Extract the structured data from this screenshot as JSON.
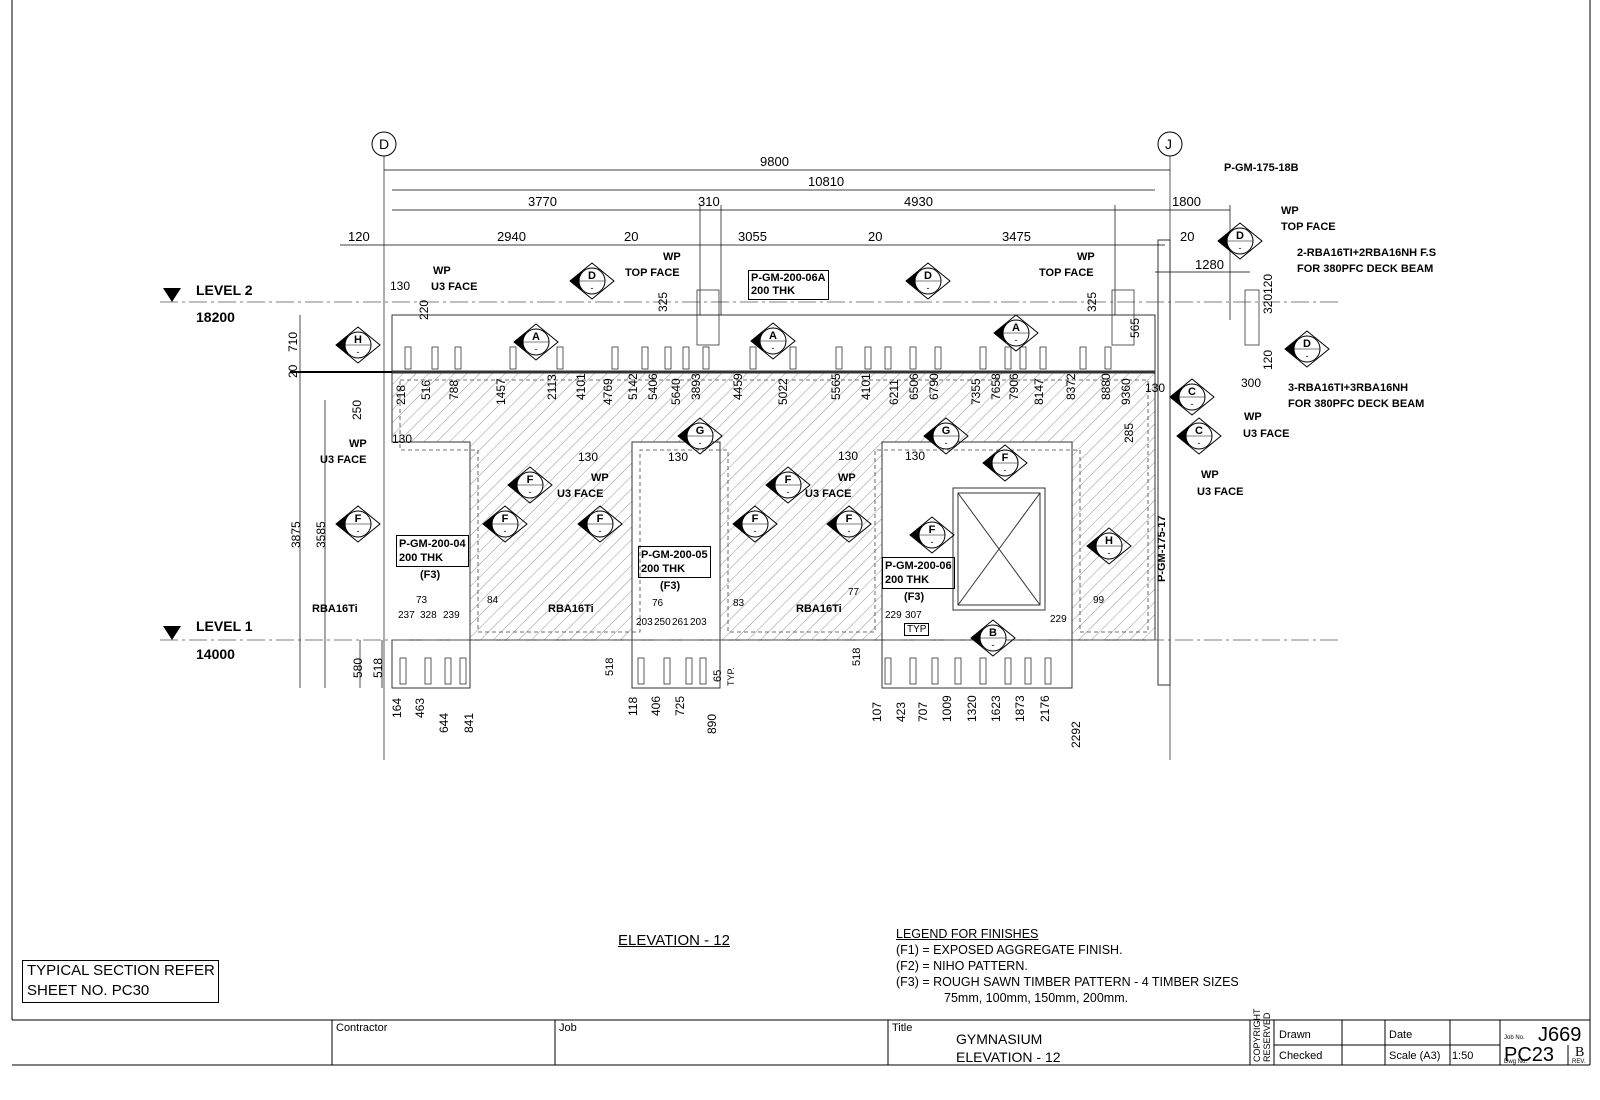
{
  "drawing": {
    "grid_left": "D",
    "grid_right": "J",
    "level2_label": "LEVEL 2",
    "level2_value": "18200",
    "level1_label": "LEVEL 1",
    "level1_value": "14000",
    "dims_top": [
      "9800",
      "10810"
    ],
    "dims_row3": [
      "3770",
      "310",
      "4930",
      "1800"
    ],
    "dims_row4": [
      "120",
      "2940",
      "20",
      "3055",
      "20",
      "3475",
      "20",
      "1280"
    ],
    "panel_labels": [
      "P-GM-200-06A\n200 THK",
      "P-GM-200-04\n200 THK",
      "P-GM-200-05\n200 THK",
      "P-GM-200-06\n200 THK"
    ],
    "finish_code": "(F3)",
    "side_panel_top": "P-GM-175-18B",
    "side_panel_right": "P-GM-175-17",
    "wp_label": "WP",
    "top_face": "TOP FACE",
    "u3_face": "U3 FACE",
    "rba_label": "RBA16Ti",
    "note_top_right_1": "2-RBA16TI+2RBA16NH F.S",
    "note_top_right_2": "FOR 380PFC DECK BEAM",
    "note_right_1": "3-RBA16TI+3RBA16NH",
    "note_right_2": "FOR 380PFC DECK BEAM",
    "typ": "TYP",
    "typ_dot": "TYP.",
    "vert_left": [
      "20",
      "710",
      "250",
      "3875",
      "3585",
      "580",
      "518"
    ],
    "horiz_misc": [
      "130",
      "220",
      "130",
      "130",
      "130",
      "130",
      "130",
      "325",
      "325",
      "565",
      "320",
      "120",
      "120",
      "300",
      "285",
      "130"
    ],
    "bottom_group1": [
      "164",
      "463",
      "644",
      "841"
    ],
    "bottom_group2": [
      "118",
      "406",
      "725",
      "890"
    ],
    "bottom_group3": [
      "107",
      "423",
      "707",
      "1009",
      "1320",
      "1623",
      "1873",
      "2176",
      "2292"
    ],
    "upper_dims": [
      "218",
      "516",
      "788",
      "1457",
      "2113",
      "4101",
      "4769",
      "5142",
      "5406",
      "5640",
      "3893",
      "4459",
      "5022",
      "5565",
      "4101",
      "6211",
      "6506",
      "6790",
      "7355",
      "7658",
      "7906",
      "8147",
      "8372",
      "8880",
      "9360"
    ],
    "bottom_small_1": [
      "73",
      "84",
      "237",
      "328",
      "239"
    ],
    "bottom_small_2": [
      "76",
      "83",
      "203",
      "250",
      "261",
      "203"
    ],
    "bottom_small_3": [
      "77",
      "229",
      "307",
      "229",
      "99"
    ],
    "dim_65": "65",
    "dim_518": "518",
    "markers": [
      "H",
      "A",
      "D",
      "A",
      "D",
      "A",
      "D",
      "D",
      "C",
      "C",
      "G",
      "G",
      "F",
      "F",
      "F",
      "F",
      "F",
      "F",
      "F",
      "F",
      "F",
      "H",
      "B"
    ]
  },
  "sheet": {
    "elevation_title": "ELEVATION - 12",
    "ref_line1": "TYPICAL SECTION REFER",
    "ref_line2": "SHEET NO. PC30",
    "legend_title": "LEGEND FOR FINISHES",
    "legend": [
      "(F1) = EXPOSED AGGREGATE FINISH.",
      "(F2) = NIHO PATTERN.",
      "(F3) = ROUGH SAWN TIMBER PATTERN - 4 TIMBER SIZES",
      "75mm, 100mm, 150mm, 200mm."
    ]
  },
  "titleblock": {
    "contractor_label": "Contractor",
    "job_label": "Job",
    "title_label": "Title",
    "title_line1": "GYMNASIUM",
    "title_line2": "ELEVATION - 12",
    "copyright": "COPYRIGHT RESERVED",
    "drawn_label": "Drawn",
    "checked_label": "Checked",
    "date_label": "Date",
    "scale_label": "Scale (A3)",
    "scale_value": "1:50",
    "job_no_label": "Job No.",
    "job_no": "J669",
    "dwg_no_label": "Dwg No.",
    "dwg_no": "PC23",
    "rev_label": "REV.",
    "rev": "B"
  }
}
